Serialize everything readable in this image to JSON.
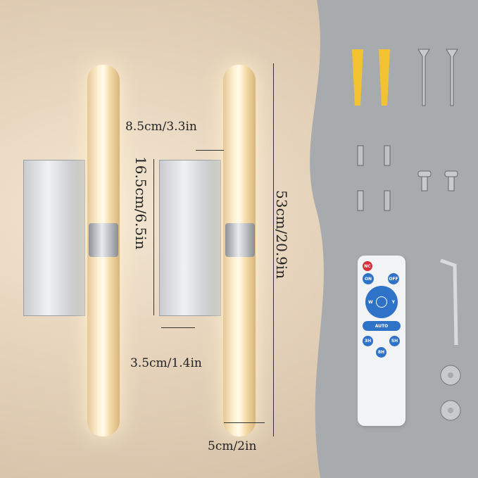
{
  "dimensions": {
    "gap": "8.5cm/3.3in",
    "plate_height": "16.5cm/6.5in",
    "total_height": "53cm/20.9in",
    "plate_depth": "3.5cm/1.4in",
    "tube_diameter": "5cm/2in"
  },
  "remote": {
    "nc": "NC",
    "on": "ON",
    "off": "OFF",
    "w": "W",
    "y": "Y",
    "auto": "AUTO",
    "h3": "3H",
    "h5": "5H",
    "h8": "8H"
  },
  "colors": {
    "panel": "#a8abae",
    "remote_button": "#2f73c9",
    "anchor": "#f2c230"
  }
}
